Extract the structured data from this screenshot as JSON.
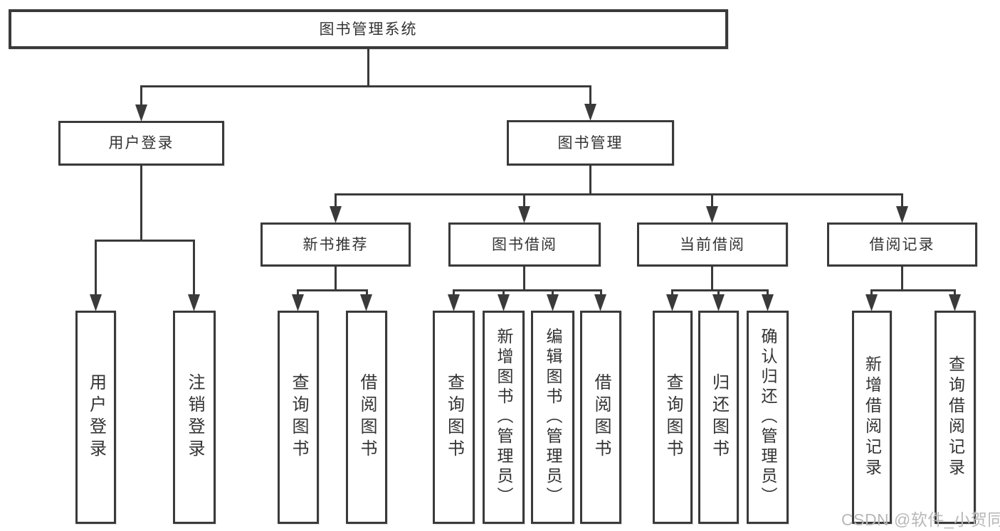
{
  "colors": {
    "line": "#3a3a3a",
    "text": "#333333",
    "watermark": "#b8b8b8",
    "background": "#ffffff"
  },
  "watermark": {
    "text": "CSDN @软件_小贺同学"
  },
  "tree": {
    "root": {
      "label": "图书管理系统",
      "children": [
        {
          "label": "用户登录",
          "children": [
            {
              "label": "用户登录"
            },
            {
              "label": "注销登录"
            }
          ]
        },
        {
          "label": "图书管理",
          "children": [
            {
              "label": "新书推荐",
              "children": [
                {
                  "label": "查询图书"
                },
                {
                  "label": "借阅图书"
                }
              ]
            },
            {
              "label": "图书借阅",
              "children": [
                {
                  "label": "查询图书"
                },
                {
                  "label": "新增图书（管理员）"
                },
                {
                  "label": "编辑图书（管理员）"
                },
                {
                  "label": "借阅图书"
                }
              ]
            },
            {
              "label": "当前借阅",
              "children": [
                {
                  "label": "查询图书"
                },
                {
                  "label": "归还图书"
                },
                {
                  "label": "确认归还（管理员）"
                }
              ]
            },
            {
              "label": "借阅记录",
              "children": [
                {
                  "label": "新增借阅记录"
                },
                {
                  "label": "查询借阅记录"
                }
              ]
            }
          ]
        }
      ]
    }
  }
}
